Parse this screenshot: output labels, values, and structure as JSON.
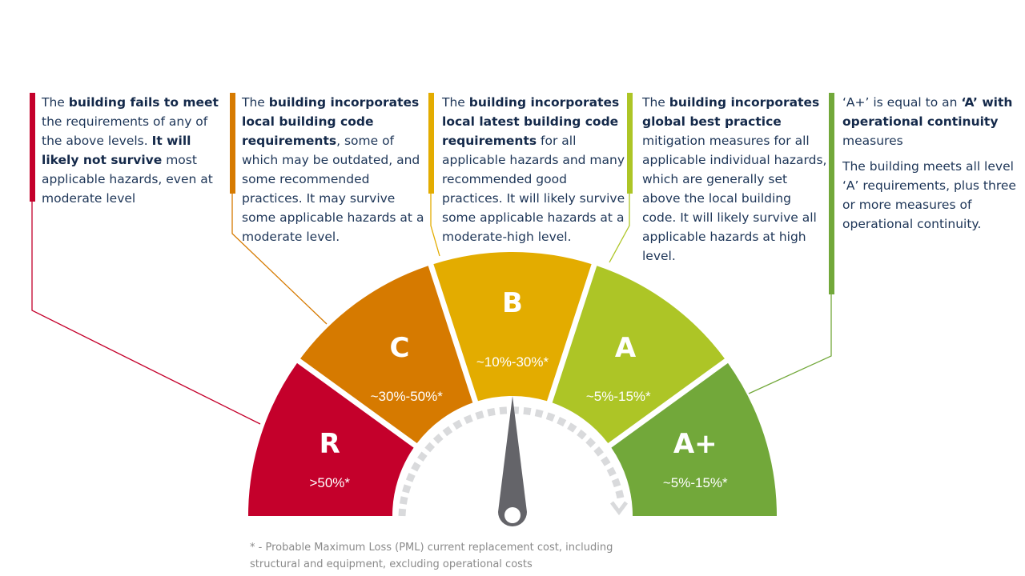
{
  "levels": [
    {
      "grade": "R",
      "pml": ">50%*",
      "color": "#c4002b",
      "desc_parts": [
        {
          "t": "The ",
          "b": false
        },
        {
          "t": "building fails to meet",
          "b": true
        },
        {
          "t": " the requirements of any of the above levels.  ",
          "b": false
        },
        {
          "t": "It will likely not survive",
          "b": true
        },
        {
          "t": " most applicable hazards, even at moderate level",
          "b": false
        }
      ]
    },
    {
      "grade": "C",
      "pml": "~30%-50%*",
      "color": "#d67a00",
      "desc_parts": [
        {
          "t": "The ",
          "b": false
        },
        {
          "t": "building incorporates local building code requirements",
          "b": true
        },
        {
          "t": ", some of which may be outdated, and some recommended practices.  It may survive some applicable hazards at a moderate level.",
          "b": false
        }
      ]
    },
    {
      "grade": "B",
      "pml": "~10%-30%*",
      "color": "#e3ac00",
      "desc_parts": [
        {
          "t": "The ",
          "b": false
        },
        {
          "t": "building incorporates local latest building code requirements",
          "b": true
        },
        {
          "t": " for all applicable hazards and many recommended good practices. It will likely survive some applicable hazards at a moderate-high level.",
          "b": false
        }
      ]
    },
    {
      "grade": "A",
      "pml": "~5%-15%*",
      "color": "#adc526",
      "desc_parts": [
        {
          "t": "The ",
          "b": false
        },
        {
          "t": "building incorporates global best practice",
          "b": true
        },
        {
          "t": " mitigation measures for all applicable individual hazards, which are generally set above the local building code. It will likely survive all applicable hazards at high level.",
          "b": false
        }
      ]
    },
    {
      "grade": "A+",
      "pml": "~5%-15%*",
      "color": "#72a83a",
      "desc_parts": [
        {
          "t": "‘A+’ is equal to an ",
          "b": false
        },
        {
          "t": "‘A’ with operational continuity",
          "b": true
        },
        {
          "t": " measures",
          "b": false
        }
      ],
      "desc_extra": "The building meets all level ‘A’ requirements, plus three or more measures of operational continuity."
    }
  ],
  "colors": {
    "text": "#1d3557",
    "needle": "#646469",
    "arc_dashes": "#d9dadc",
    "footnote": "#8a8a8a"
  },
  "footnote": "* - Probable Maximum Loss (PML) current replacement cost, including structural and equipment, excluding operational costs"
}
